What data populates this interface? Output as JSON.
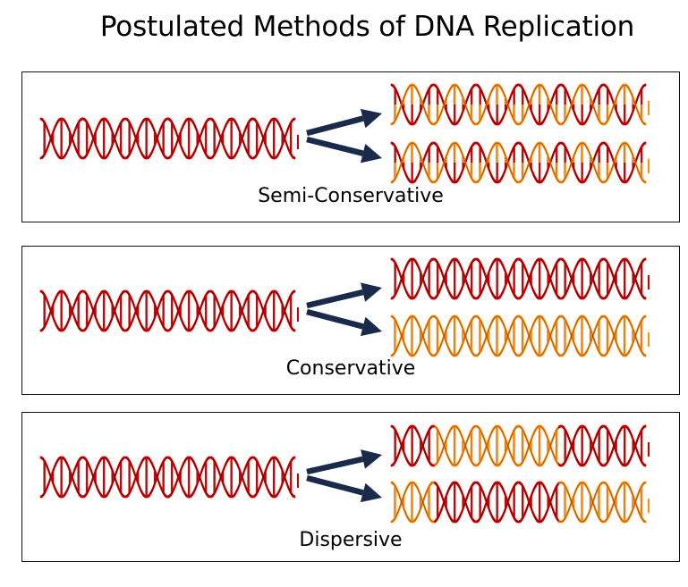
{
  "title": "Postulated Methods of DNA Replication",
  "colors": {
    "parental_strand": "#cc0000",
    "new_strand": "#ff8c0a",
    "arrow": "#1a2a4a",
    "outline": "#3a0000",
    "border": "#111111"
  },
  "panels": [
    {
      "label": "Semi-Conservative",
      "parent": {
        "strand_a": [
          [
            "parental",
            0,
            1
          ]
        ],
        "strand_b": [
          [
            "parental",
            0,
            1
          ]
        ]
      },
      "daughters": [
        {
          "strand_a": [
            [
              "parental",
              0,
              1
            ]
          ],
          "strand_b": [
            [
              "new",
              0,
              1
            ]
          ]
        },
        {
          "strand_a": [
            [
              "parental",
              0,
              1
            ]
          ],
          "strand_b": [
            [
              "new",
              0,
              1
            ]
          ]
        }
      ]
    },
    {
      "label": "Conservative",
      "parent": {
        "strand_a": [
          [
            "parental",
            0,
            1
          ]
        ],
        "strand_b": [
          [
            "parental",
            0,
            1
          ]
        ]
      },
      "daughters": [
        {
          "strand_a": [
            [
              "parental",
              0,
              1
            ]
          ],
          "strand_b": [
            [
              "parental",
              0,
              1
            ]
          ]
        },
        {
          "strand_a": [
            [
              "new",
              0,
              1
            ]
          ],
          "strand_b": [
            [
              "new",
              0,
              1
            ]
          ]
        }
      ]
    },
    {
      "label": "Dispersive",
      "parent": {
        "strand_a": [
          [
            "parental",
            0,
            1
          ]
        ],
        "strand_b": [
          [
            "parental",
            0,
            1
          ]
        ]
      },
      "daughters": [
        {
          "strand_a": [
            [
              "parental",
              0,
              0.17
            ],
            [
              "new",
              0.17,
              0.66
            ],
            [
              "parental",
              0.66,
              1
            ]
          ],
          "strand_b": [
            [
              "parental",
              0,
              0.17
            ],
            [
              "new",
              0.17,
              0.66
            ],
            [
              "parental",
              0.66,
              1
            ]
          ]
        },
        {
          "strand_a": [
            [
              "new",
              0,
              0.17
            ],
            [
              "parental",
              0.17,
              0.66
            ],
            [
              "new",
              0.66,
              1
            ]
          ],
          "strand_b": [
            [
              "new",
              0,
              0.17
            ],
            [
              "parental",
              0.17,
              0.66
            ],
            [
              "new",
              0.66,
              1
            ]
          ]
        }
      ]
    }
  ]
}
